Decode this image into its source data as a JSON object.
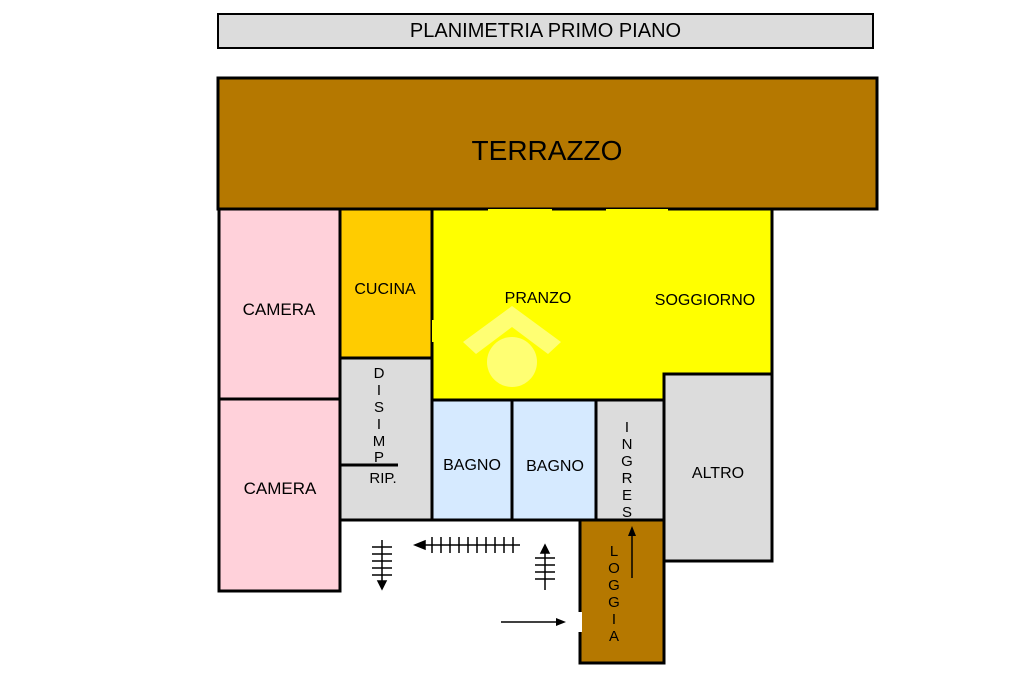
{
  "title": "PLANIMETRIA PRIMO PIANO",
  "rooms": {
    "terrazzo": "TERRAZZO",
    "camera_top": "CAMERA",
    "camera_bottom": "CAMERA",
    "cucina": "CUCINA",
    "pranzo": "PRANZO",
    "soggiorno": "SOGGIORNO",
    "disimp": [
      "D",
      "I",
      "S",
      "I",
      "M",
      "P"
    ],
    "rip": "RIP.",
    "bagno_left": "BAGNO",
    "bagno_right": "BAGNO",
    "ingres": [
      "I",
      "N",
      "G",
      "R",
      "E",
      "S"
    ],
    "altro": "ALTRO",
    "loggia": [
      "L",
      "O",
      "G",
      "G",
      "I",
      "A"
    ]
  },
  "colors": {
    "terrazzo": "#b57800",
    "camera": "#ffd1da",
    "cucina": "#ffcc00",
    "pranzo": "#ffff00",
    "grey": "#dcdcdc",
    "bagno": "#d6eaff",
    "loggia": "#b57800"
  }
}
